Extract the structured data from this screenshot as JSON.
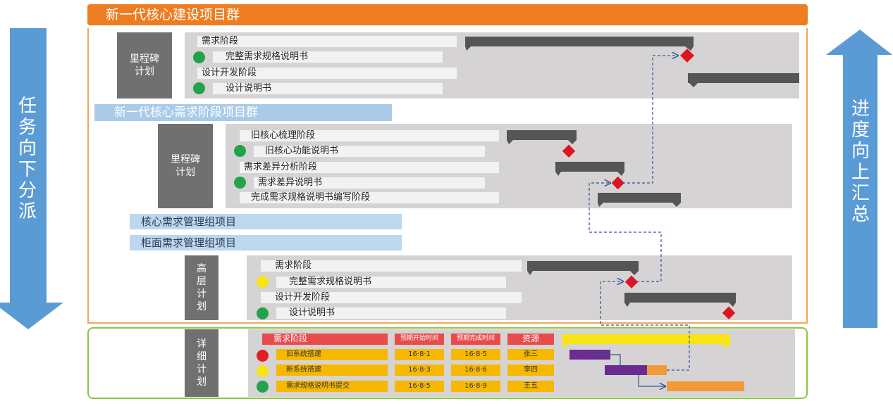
{
  "top_title": "新一代核心建设项目群",
  "left_arrow_text": [
    "任",
    "务",
    "向",
    "下",
    "分",
    "派"
  ],
  "right_arrow_text": [
    "进",
    "度",
    "向",
    "上",
    "汇",
    "总"
  ],
  "section1": {
    "label": [
      "里程碑",
      "计划"
    ],
    "rows": [
      "需求阶段",
      "完整需求规格说明书",
      "设计开发阶段",
      "设计说明书"
    ]
  },
  "band2_title": "新一代核心需求阶段项目群",
  "section2": {
    "label": [
      "里程碑",
      "计划"
    ],
    "rows": [
      "旧核心梳理阶段",
      "旧核心功能说明书",
      "需求差异分析阶段",
      "需求差异说明书",
      "完成需求规格说明书编写阶段"
    ]
  },
  "band3_title": "核心需求管理组项目",
  "band4_title": "柜面需求管理组项目",
  "section3": {
    "label": [
      "高",
      "层",
      "计",
      "划"
    ],
    "rows": [
      "需求阶段",
      "完整需求规格说明书",
      "设计开发阶段",
      "设计说明书"
    ]
  },
  "section4": {
    "label": [
      "详",
      "细",
      "计",
      "划"
    ],
    "headers": [
      "需求阶段",
      "预期开始时间",
      "预期完成时间",
      "资源"
    ],
    "rows": [
      {
        "task": "旧系统搭建",
        "start": "16·8·1",
        "end": "16·8·5",
        "resource": "张三"
      },
      {
        "task": "新系统搭建",
        "start": "16·8·3",
        "end": "16·8·6",
        "resource": "李四"
      },
      {
        "task": "需求规格说明书提交",
        "start": "16·8·5",
        "end": "16·8·9",
        "resource": "王五"
      }
    ]
  },
  "colors": {
    "orange": "#ee7d22",
    "dark_bar": "#555555",
    "milestone": "#e0141e",
    "purple": "#6a2c91",
    "gantt_orange": "#f29a3a",
    "gantt_yellow": "#f7e414",
    "arrow_blue": "#5b9bd5"
  }
}
